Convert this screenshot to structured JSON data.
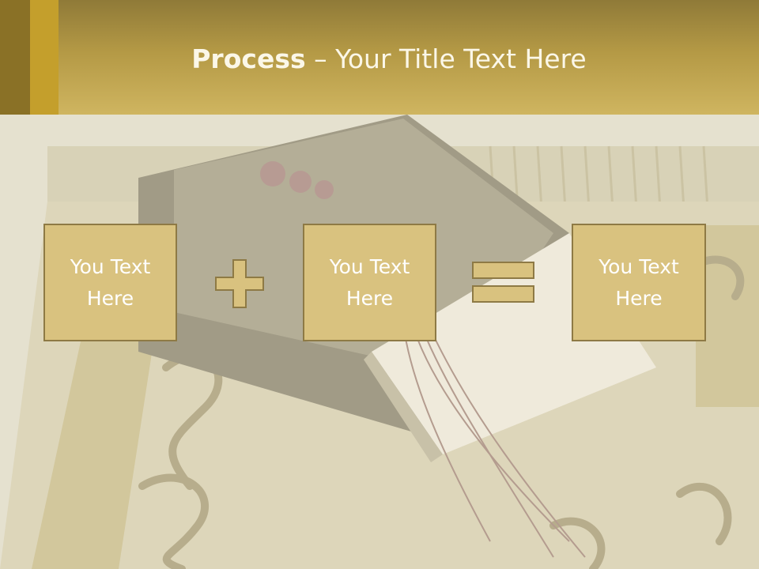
{
  "slide": {
    "title_bold": "Process",
    "title_rest": " – Your Title Text Here"
  },
  "process": {
    "steps": [
      {
        "label": "You Text\nHere"
      },
      {
        "label": "You Text\nHere"
      },
      {
        "label": "You Text\nHere"
      }
    ],
    "operators": [
      "plus-icon",
      "equals-icon"
    ]
  },
  "colors": {
    "header_gold": "#c9ad55",
    "accent_dark": "#8a7126",
    "accent_mid": "#c49f2c",
    "box_fill": "#d9c27f",
    "box_border": "#8e7a45",
    "text_light": "#ffffff"
  }
}
